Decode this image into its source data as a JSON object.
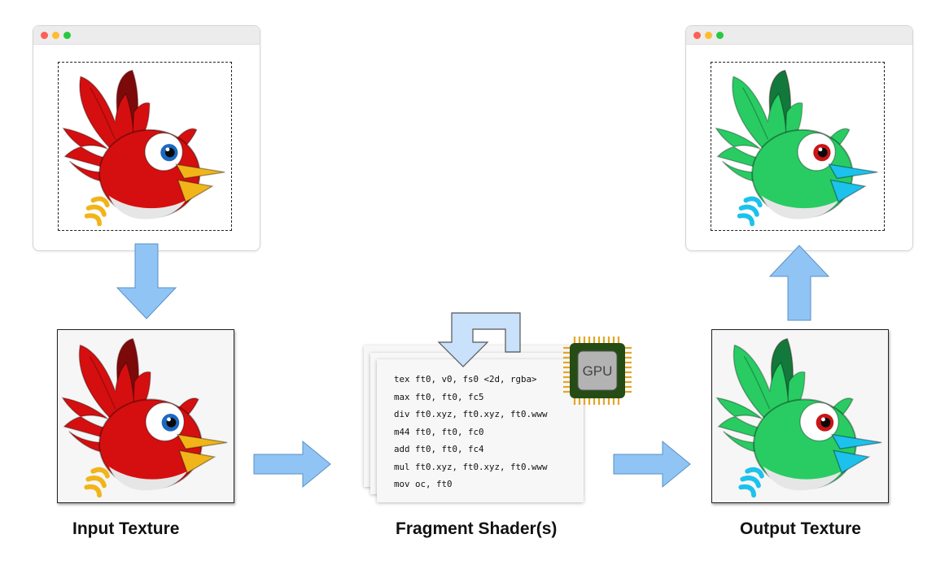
{
  "input_texture": {
    "label": "Input Texture"
  },
  "fragment_shader": {
    "label": "Fragment Shader(s)",
    "code_lines": [
      "tex ft0, v0, fs0 <2d, rgba>",
      "max ft0, ft0, fc5",
      "div ft0.xyz, ft0.xyz, ft0.www",
      "m44 ft0, ft0, fc0",
      "add ft0, ft0, fc4",
      "mul ft0.xyz, ft0.xyz, ft0.www",
      "mov oc, ft0"
    ],
    "gpu_label": "GPU"
  },
  "output_texture": {
    "label": "Output Texture"
  },
  "colors": {
    "arrow_fill": "#90c4f5",
    "arrow_stroke": "#5a8fc4",
    "bird_input_body": "#d50f0f",
    "bird_input_crest": "#7d0a0a",
    "bird_input_beak": "#f1b51a",
    "bird_input_iris": "#1c68c0",
    "bird_output_body": "#29cc63",
    "bird_output_crest": "#13783c",
    "bird_output_beak": "#1cc2ec",
    "bird_output_iris": "#c81616",
    "gpu_board": "#244c14",
    "gpu_pins": "#e6a521",
    "gpu_core": "#b3b3b3"
  },
  "icons": [
    "bird-icon",
    "gpu-chip-icon",
    "arrow-icon",
    "loop-arrow-icon"
  ]
}
